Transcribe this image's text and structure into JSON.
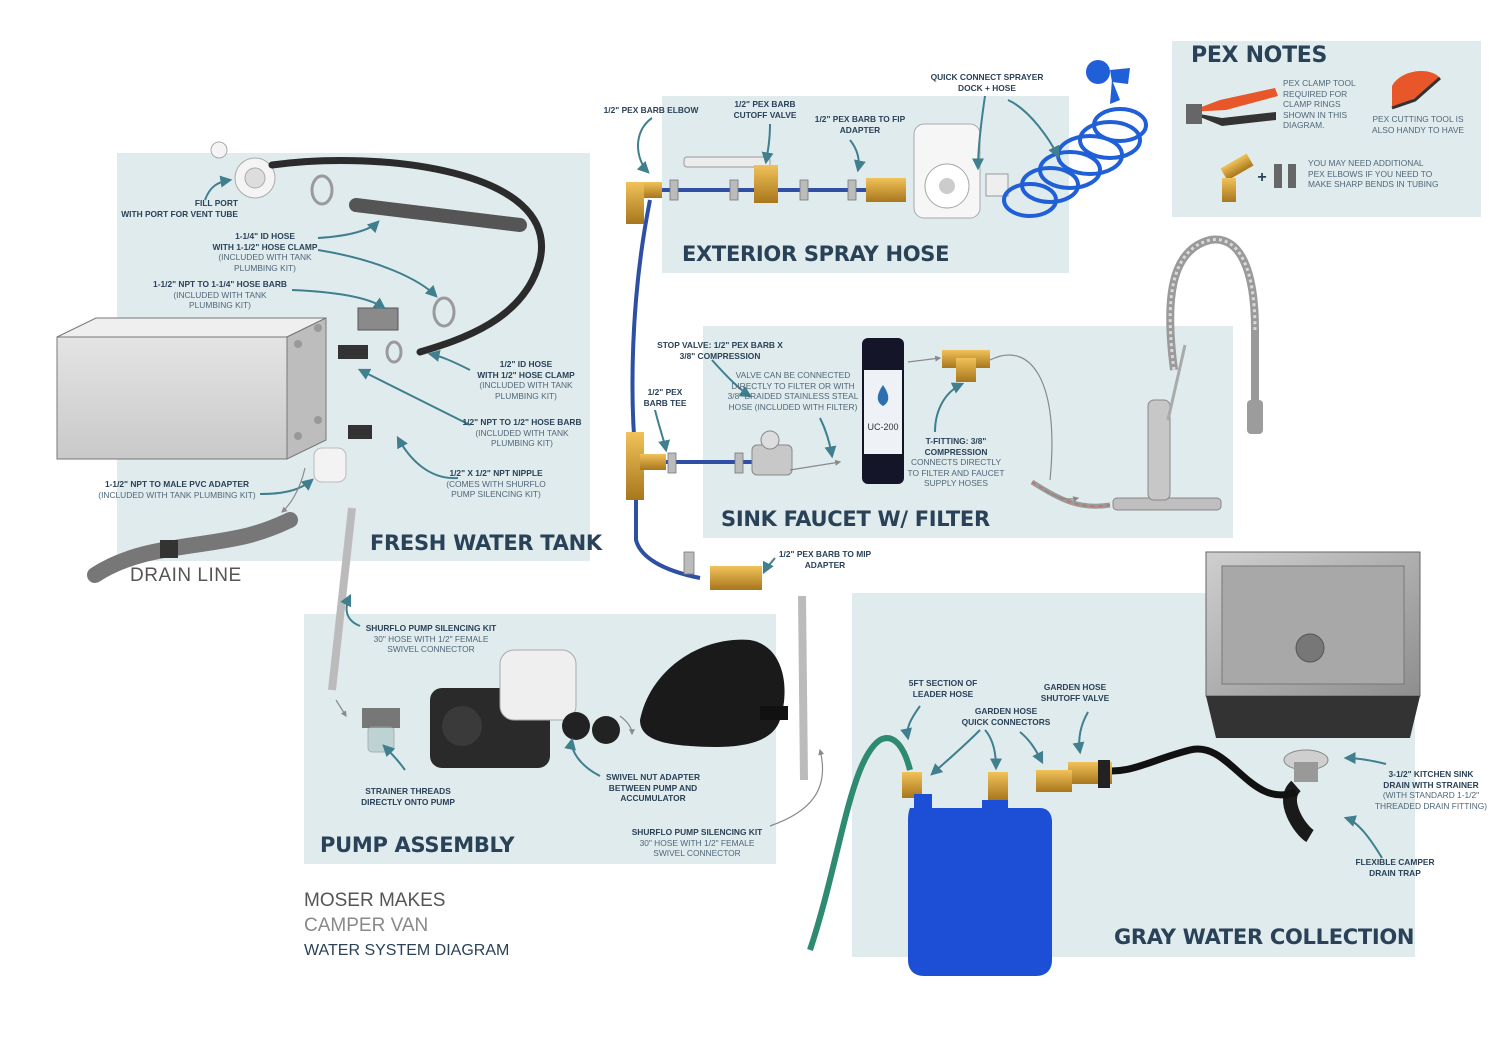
{
  "sections": {
    "fresh_water_tank": "FRESH WATER TANK",
    "exterior_spray_hose": "EXTERIOR SPRAY HOSE",
    "sink_faucet": "SINK FAUCET W/ FILTER",
    "pump_assembly": "PUMP ASSEMBLY",
    "gray_water": "GRAY WATER COLLECTION",
    "pex_notes": "PEX NOTES"
  },
  "drain_line": "DRAIN LINE",
  "branding": {
    "line1": "MOSER MAKES",
    "line2": "CAMPER VAN",
    "line3": "WATER SYSTEM DIAGRAM"
  },
  "filter_brand": "UC-200",
  "labels": {
    "fill_port": {
      "bold": "FILL PORT",
      "bold2": "WITH PORT FOR VENT TUBE"
    },
    "id_hose_1_1_4": {
      "bold": "1-1/4\" ID HOSE",
      "bold2": "WITH 1-1/2\" HOSE CLAMP",
      "note": "(INCLUDED WITH TANK",
      "note2": "PLUMBING KIT)"
    },
    "npt_hose_barb": {
      "bold": "1-1/2\" NPT TO 1-1/4\" HOSE BARB",
      "note": "(INCLUDED WITH TANK",
      "note2": "PLUMBING KIT)"
    },
    "id_hose_half": {
      "bold": "1/2\" ID HOSE",
      "bold2": "WITH 1/2\" HOSE CLAMP",
      "note": "(INCLUDED WITH TANK",
      "note2": "PLUMBING KIT)"
    },
    "npt_half_barb": {
      "bold": "1/2\" NPT TO 1/2\" HOSE BARB",
      "note": "(INCLUDED WITH TANK",
      "note2": "PLUMBING KIT)"
    },
    "npt_nipple": {
      "bold": "1/2\" x 1/2\" NPT NIPPLE",
      "note": "(COMES WITH SHURFLO",
      "note2": "PUMP SILENCING KIT)"
    },
    "pvc_adapter": {
      "bold": "1-1/2\" NPT TO MALE PVC ADAPTER",
      "note": "(INCLUDED WITH TANK PLUMBING KIT)"
    },
    "pex_barb_elbow": {
      "bold": "1/2\" PEX BARB ELBOW"
    },
    "cutoff_valve": {
      "bold": "1/2\" PEX BARB",
      "bold2": "CUTOFF VALVE"
    },
    "fip_adapter": {
      "bold": "1/2\" PEX BARB TO FIP",
      "bold2": "ADAPTER"
    },
    "sprayer_dock": {
      "bold": "QUICK CONNECT SPRAYER",
      "bold2": "DOCK + HOSE"
    },
    "stop_valve": {
      "bold": "STOP VALVE: 1/2\" PEX BARB X",
      "bold2": "3/8\" COMPRESSION"
    },
    "valve_note": {
      "note": "VALVE CAN BE CONNECTED",
      "note2": "DIRECTLY TO FILTER OR WITH",
      "note3": "3/8\" BRAIDED STAINLESS STEAL",
      "note4": "HOSE (INCLUDED WITH FILTER)"
    },
    "pex_barb_tee": {
      "bold": "1/2\" PEX",
      "bold2": "BARB TEE"
    },
    "t_fitting": {
      "bold": "T-FITTING: 3/8\"",
      "bold2": "COMPRESSION",
      "note": "CONNECTS DIRECTLY",
      "note2": "TO FILTER AND FAUCET",
      "note3": "SUPPLY HOSES"
    },
    "mip_adapter": {
      "bold": "1/2\" PEX BARB TO MIP",
      "bold2": "ADAPTER"
    },
    "silencing_kit_top": {
      "bold": "SHURFLO PUMP SILENCING KIT",
      "note": "30\" HOSE WITH 1/2\" FEMALE",
      "note2": "SWIVEL CONNECTOR"
    },
    "strainer": {
      "bold": "STRAINER THREADS",
      "bold2": "DIRECTLY ONTO PUMP"
    },
    "swivel_nut": {
      "bold": "SWIVEL NUT ADAPTER",
      "bold2": "BETWEEN PUMP AND",
      "bold3": "ACCUMULATOR"
    },
    "silencing_kit_bottom": {
      "bold": "SHURFLO PUMP SILENCING KIT",
      "note": "30\" HOSE WITH 1/2\" FEMALE",
      "note2": "SWIVEL CONNECTOR"
    },
    "leader_hose": {
      "bold": "5FT SECTION OF",
      "bold2": "LEADER HOSE"
    },
    "garden_quick": {
      "bold": "GARDEN HOSE",
      "bold2": "QUICK CONNECTORS"
    },
    "garden_shutoff": {
      "bold": "GARDEN HOSE",
      "bold2": "SHUTOFF VALVE"
    },
    "sink_drain": {
      "bold": "3-1/2\" KITCHEN SINK",
      "bold2": "DRAIN WITH STRAINER",
      "note": "(WITH STANDARD 1-1/2\"",
      "note2": "THREADED DRAIN FITTING)"
    },
    "drain_trap": {
      "bold": "FLEXIBLE CAMPER",
      "bold2": "DRAIN TRAP"
    },
    "pex_clamp_tool": {
      "note": "PEX CLAMP TOOL",
      "note2": "REQUIRED FOR",
      "note3": "CLAMP RINGS",
      "note4": "SHOWN IN THIS",
      "note5": "DIAGRAM."
    },
    "pex_cutting_tool": {
      "note": "PEX CUTTING TOOL IS",
      "note2": "ALSO HANDY TO HAVE"
    },
    "pex_elbows": {
      "note": "YOU MAY NEED ADDITIONAL",
      "note2": "PEX ELBOWS IF YOU NEED TO",
      "note3": "MAKE SHARP BENDS IN TUBING"
    }
  },
  "colors": {
    "panel": "#e0ebed",
    "title": "#2a4258",
    "pex_blue": "#2e4fa3",
    "leader_arrow": "#3f7f8e",
    "brass": "#c9962e",
    "sprayer_blue": "#1f5fd8",
    "jug_blue": "#1c4fd6",
    "leader_green": "#2e8a70",
    "pex_orange": "#e8572a"
  }
}
